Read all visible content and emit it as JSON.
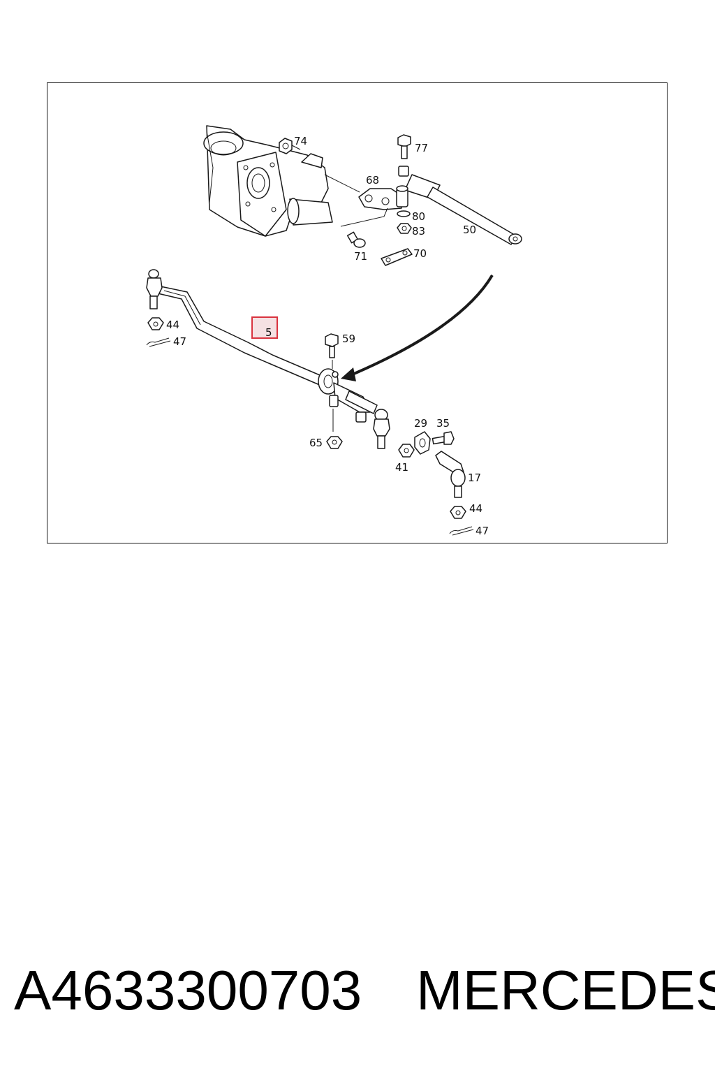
{
  "diagram": {
    "highlight_color": "#d9333f",
    "callouts": [
      {
        "id": "c74",
        "text": "74"
      },
      {
        "id": "c77",
        "text": "77"
      },
      {
        "id": "c68",
        "text": "68"
      },
      {
        "id": "c80",
        "text": "80"
      },
      {
        "id": "c83",
        "text": "83"
      },
      {
        "id": "c50",
        "text": "50"
      },
      {
        "id": "c71",
        "text": "71"
      },
      {
        "id": "c70",
        "text": "70"
      },
      {
        "id": "c44a",
        "text": "44"
      },
      {
        "id": "c47a",
        "text": "47"
      },
      {
        "id": "c5",
        "text": "5"
      },
      {
        "id": "c59",
        "text": "59"
      },
      {
        "id": "c65",
        "text": "65"
      },
      {
        "id": "c29",
        "text": "29"
      },
      {
        "id": "c35",
        "text": "35"
      },
      {
        "id": "c41",
        "text": "41"
      },
      {
        "id": "c17",
        "text": "17"
      },
      {
        "id": "c44b",
        "text": "44"
      },
      {
        "id": "c47b",
        "text": "47"
      }
    ]
  },
  "caption": {
    "part_number": "A4633300703",
    "brand": "MERCEDES"
  }
}
